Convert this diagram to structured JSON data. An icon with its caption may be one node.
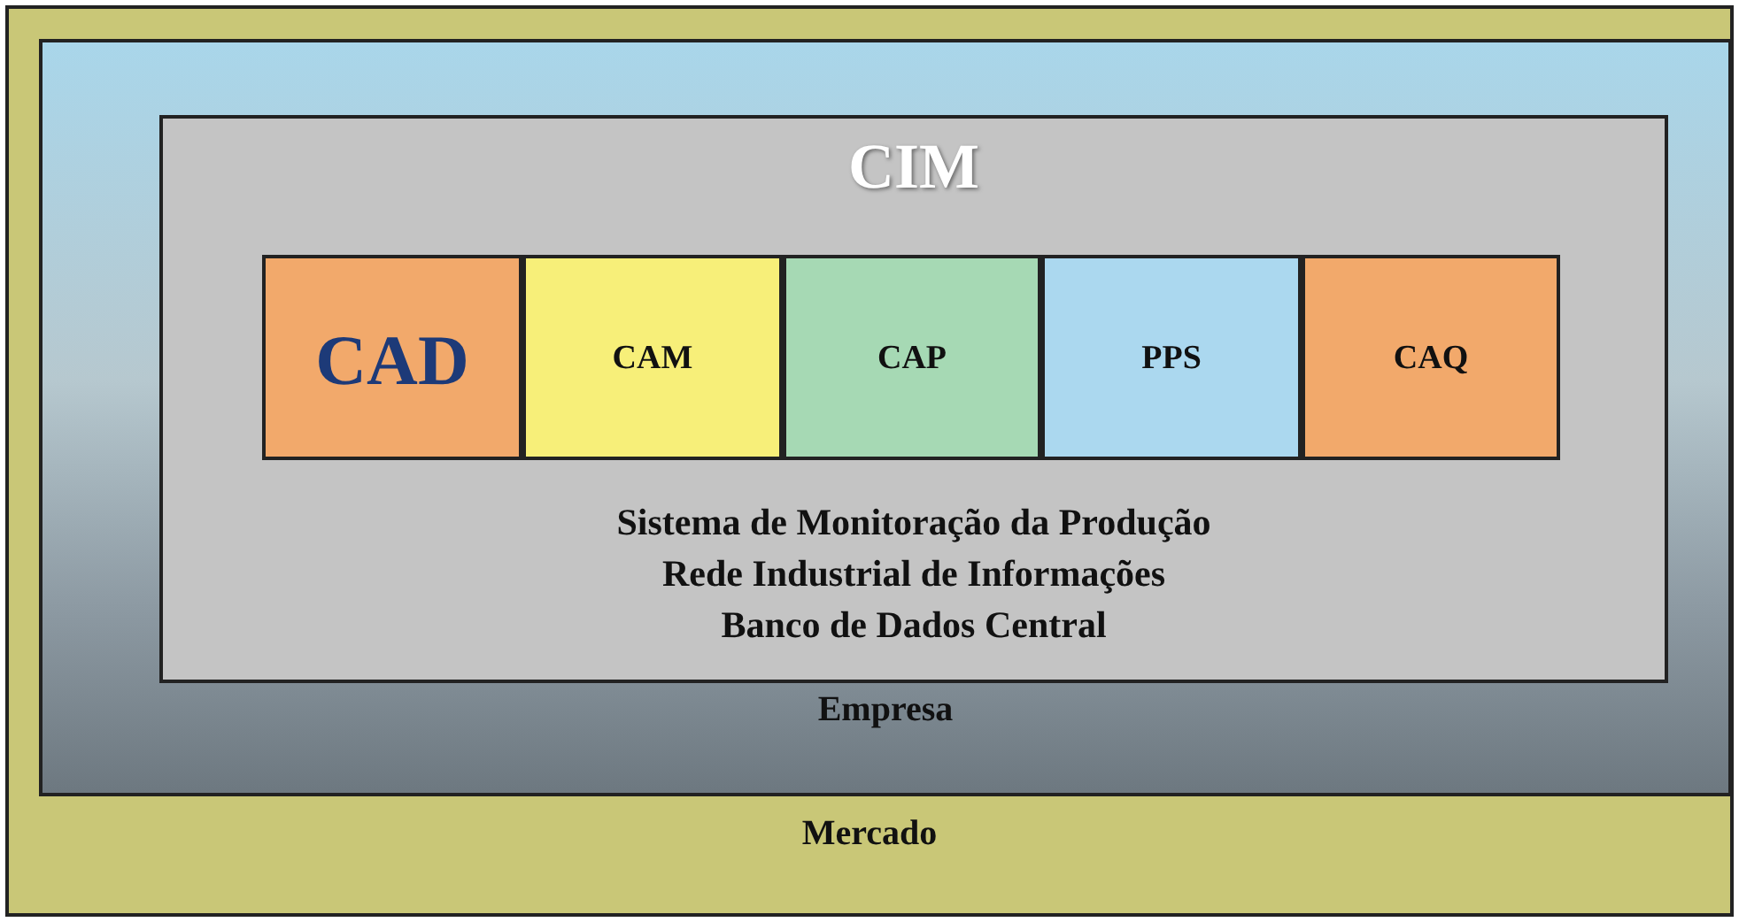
{
  "diagram": {
    "nodes": [
      {
        "text": [
          "Mercado"
        ]
      },
      {
        "text": [
          "Empresa"
        ],
        "in": 0
      },
      {
        "text": [
          "CIM",
          "Sistema de Monitoração da Produção",
          "Rede Industrial de Informações",
          "Banco de Dados Central"
        ],
        "in": 1
      },
      {
        "text": [
          "CAD"
        ],
        "in": 2
      },
      {
        "text": [
          "CAM"
        ],
        "in": 2
      },
      {
        "text": [
          "CAP"
        ],
        "in": 2
      },
      {
        "text": [
          "PPS"
        ],
        "in": 2
      },
      {
        "text": [
          "CAQ"
        ],
        "in": 2
      }
    ],
    "edges": []
  }
}
